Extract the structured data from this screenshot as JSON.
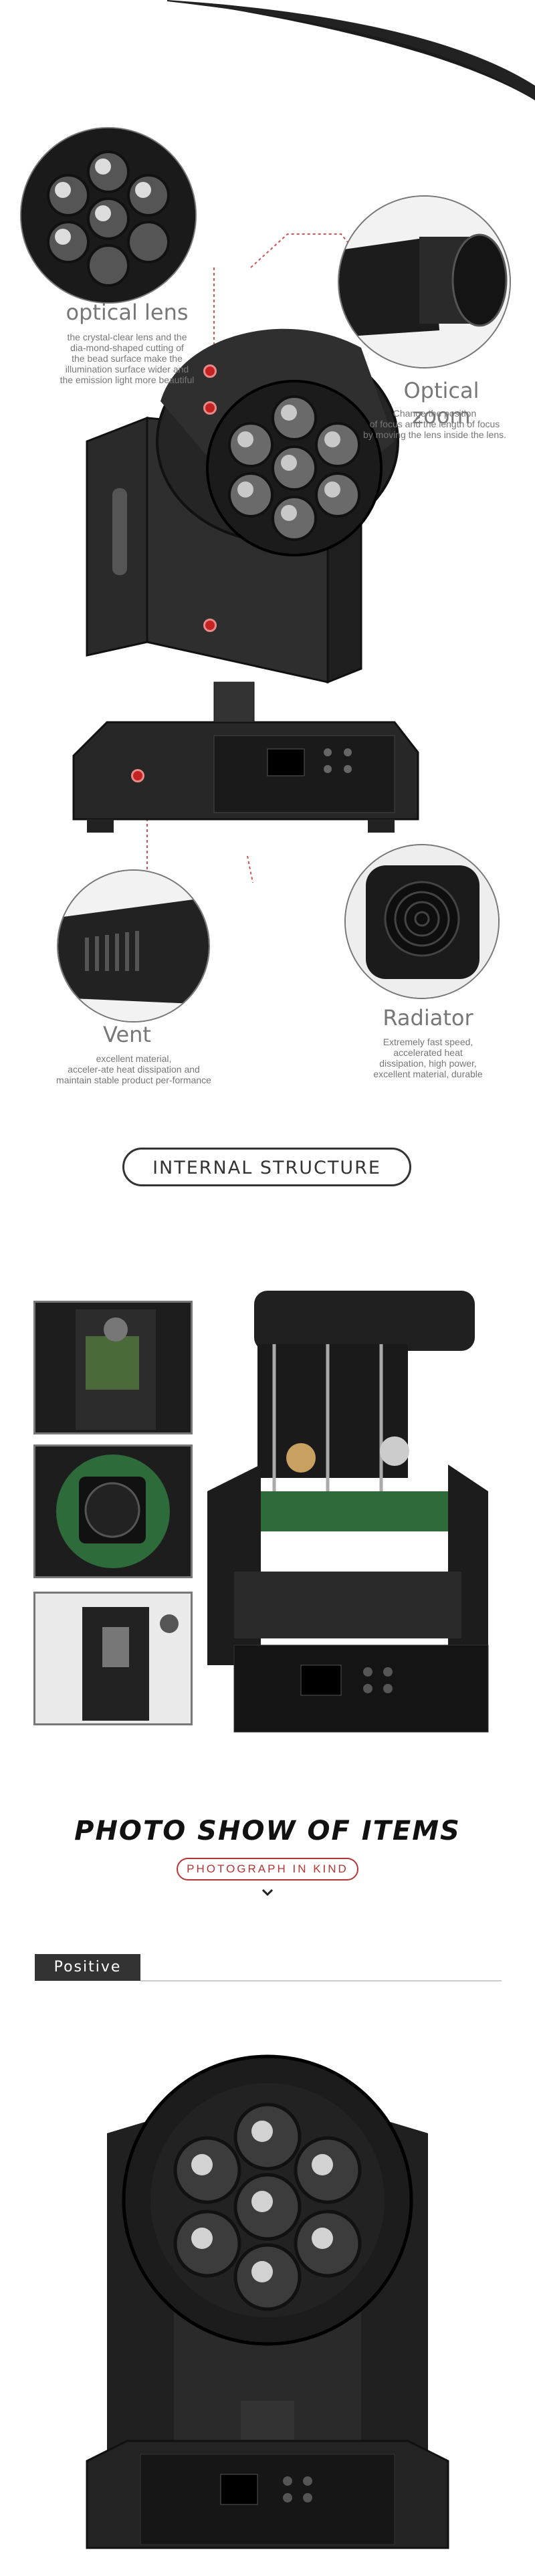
{
  "features": {
    "optical_lens": {
      "title": "optical lens",
      "desc": [
        "the crystal-clear lens and the",
        "dia-mond-shaped cutting of",
        "the bead surface make the",
        "illumination surface wider and",
        "the emission light more beautiful"
      ]
    },
    "optical_zoom": {
      "title": "Optical zoom",
      "desc": [
        "Change the position",
        "of focus and the length of focus",
        "by moving the lens inside the lens."
      ]
    },
    "vent": {
      "title": "Vent",
      "desc": [
        "excellent material,",
        "acceler-ate heat dissipation and",
        "maintain stable product per-formance"
      ]
    },
    "radiator": {
      "title": "Radiator",
      "desc": [
        "Extremely fast speed,",
        "accelerated heat",
        "dissipation, high power,",
        "excellent material, durable"
      ]
    }
  },
  "internal": {
    "label": "INTERNAL STRUCTURE"
  },
  "photo_show": {
    "title": "PHOTO SHOW OF ITEMS",
    "subtitle": "PHOTOGRAPH IN KIND",
    "chevron": "chevron-down-icon"
  },
  "positive": {
    "label": "Positive"
  },
  "colors": {
    "accent": "#b43535",
    "dark": "#333333",
    "text": "#777777"
  }
}
